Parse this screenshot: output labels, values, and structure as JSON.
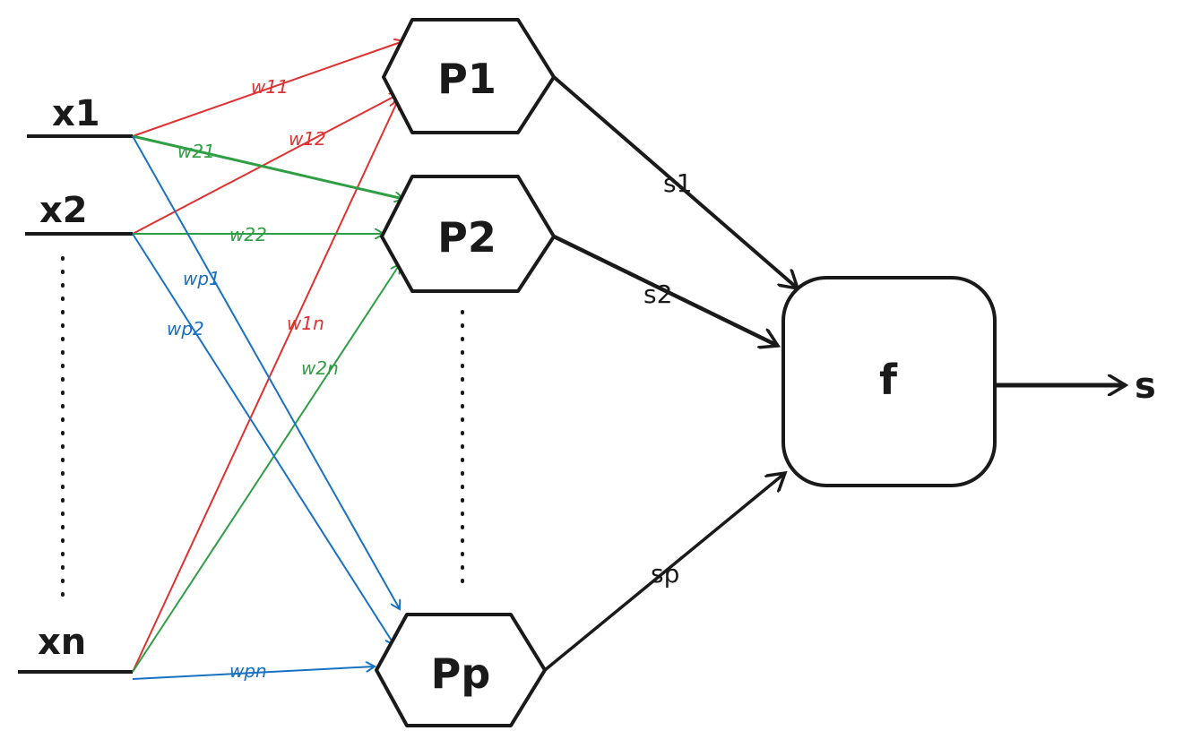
{
  "colors": {
    "ink": "#1a1a1a",
    "red": "#e03131",
    "green": "#2f9e44",
    "blue": "#1971c2"
  },
  "inputs": {
    "x1": "x1",
    "x2": "x2",
    "xn": "xn"
  },
  "nodes": {
    "p1": "P1",
    "p2": "P2",
    "pp": "Pp",
    "f": "f"
  },
  "weights": {
    "w11": "w11",
    "w12": "w12",
    "w1n": "w1n",
    "w21": "w21",
    "w22": "w22",
    "w2n": "w2n",
    "wp1": "wp1",
    "wp2": "wp2",
    "wpn": "wpn"
  },
  "outputs": {
    "s1": "s1",
    "s2": "s2",
    "sp": "sp",
    "s": "s"
  }
}
